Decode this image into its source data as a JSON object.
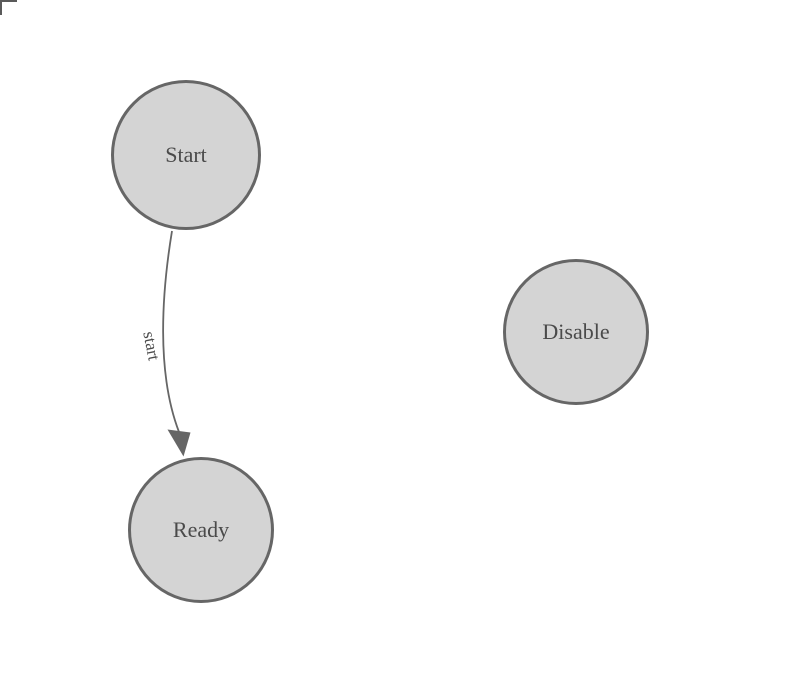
{
  "diagram": {
    "type": "state-machine",
    "colors": {
      "background": "#ffffff",
      "node_fill": "#d4d4d4",
      "node_border": "#666666",
      "edge_stroke": "#666666",
      "label_text": "#4a4a4a"
    },
    "nodes": [
      {
        "id": "start",
        "label": "Start"
      },
      {
        "id": "ready",
        "label": "Ready"
      },
      {
        "id": "disable",
        "label": "Disable"
      }
    ],
    "edges": [
      {
        "from": "start",
        "to": "ready",
        "label": "start"
      }
    ]
  }
}
